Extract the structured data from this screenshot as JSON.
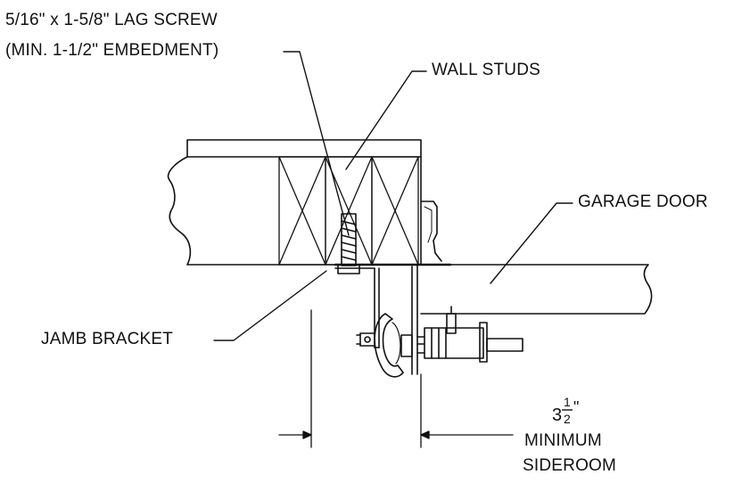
{
  "labels": {
    "lag_screw_line1": "5/16\" x 1-5/8\" LAG SCREW",
    "lag_screw_line2": "(MIN. 1-1/2\" EMBEDMENT)",
    "wall_studs": "WALL STUDS",
    "garage_door": "GARAGE DOOR",
    "jamb_bracket": "JAMB BRACKET",
    "sideroom_whole": "3",
    "sideroom_num": "1",
    "sideroom_den": "2",
    "sideroom_unit": "\"",
    "sideroom_line1": "MINIMUM",
    "sideroom_line2": "SIDEROOM"
  },
  "colors": {
    "line": "#111111",
    "background": "#ffffff"
  }
}
